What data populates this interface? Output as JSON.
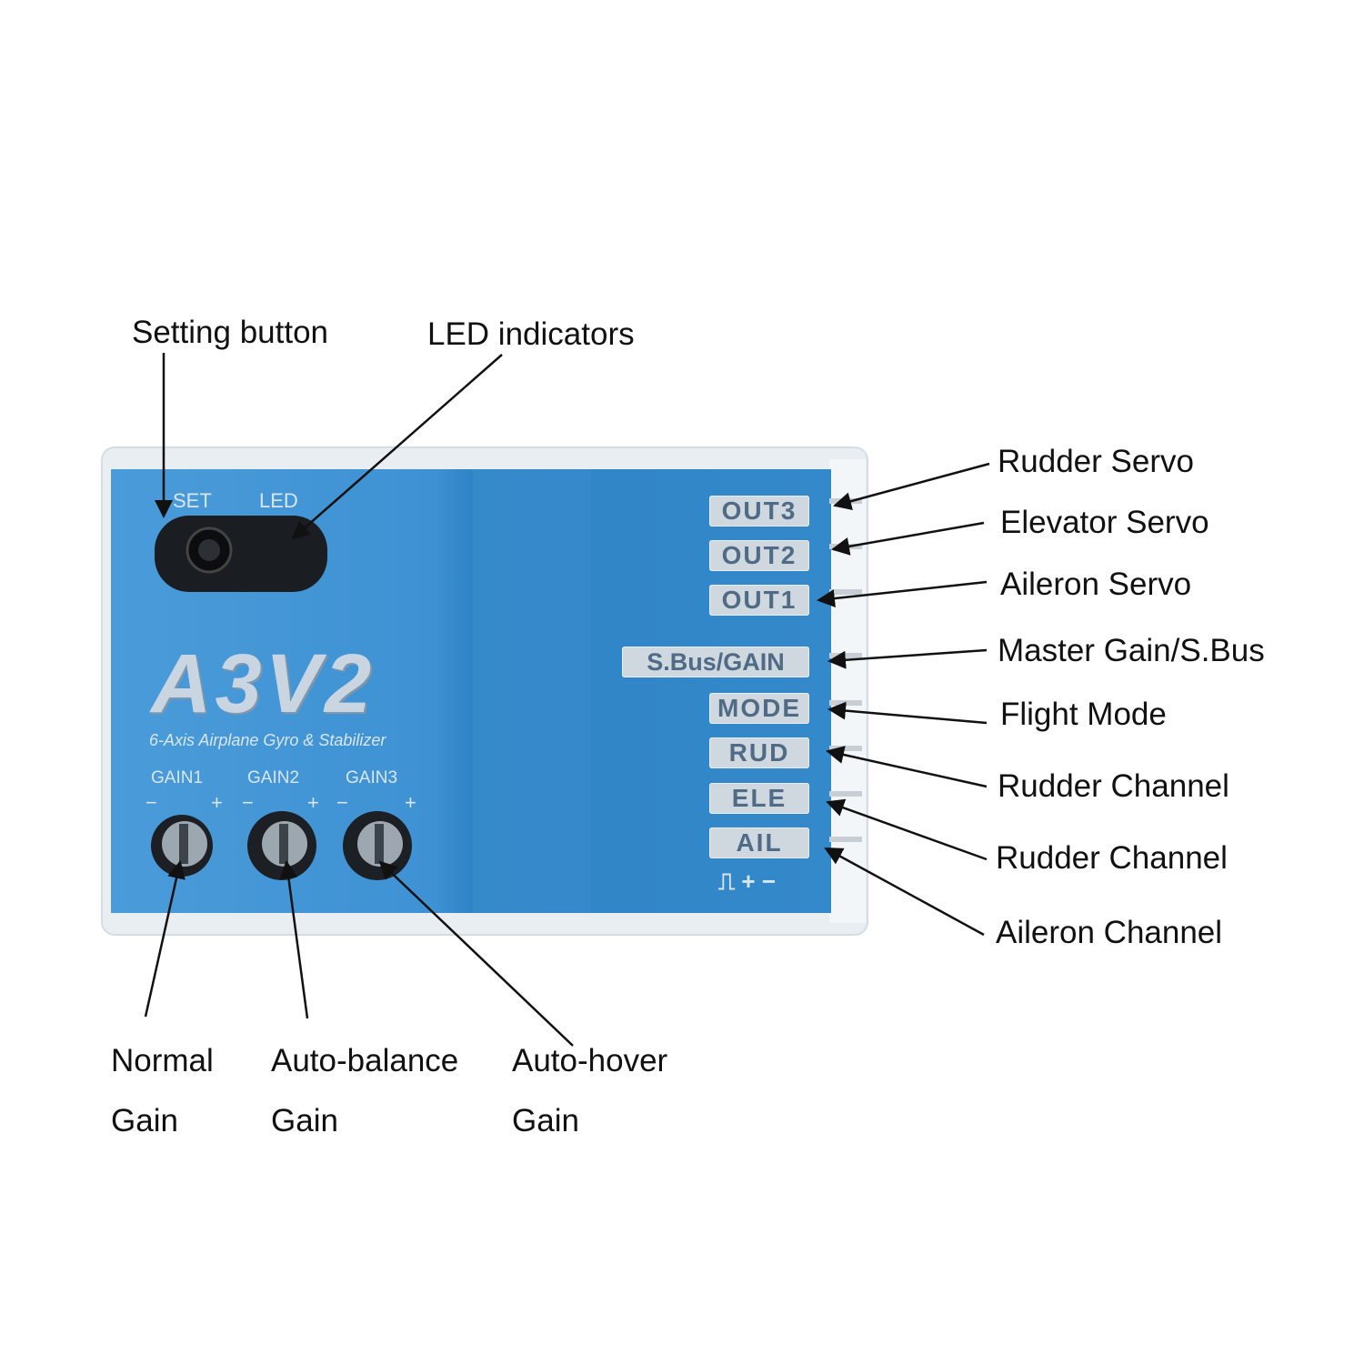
{
  "device": {
    "set_label": "SET",
    "led_label": "LED",
    "brand": "A3V2",
    "subtitle": "6-Axis Airplane Gyro & Stabilizer",
    "gains": [
      {
        "label": "GAIN1",
        "minus": "−",
        "plus": "+"
      },
      {
        "label": "GAIN2",
        "minus": "−",
        "plus": "+"
      },
      {
        "label": "GAIN3",
        "minus": "−",
        "plus": "+"
      }
    ],
    "ports": [
      "OUT3",
      "OUT2",
      "OUT1",
      "S.Bus/GAIN",
      "MODE",
      "RUD",
      "ELE",
      "AIL"
    ],
    "pin_legend": "⎍ + −",
    "colors": {
      "body": "#3d8fd0",
      "body_dark": "#2f7fc2",
      "case": "#e9eef2",
      "port_label": "#cfd7df"
    }
  },
  "callouts": {
    "top": [
      {
        "id": "setting-button",
        "text": "Setting  button"
      },
      {
        "id": "led-indicators",
        "text": "LED indicators"
      }
    ],
    "right": [
      {
        "id": "out3",
        "text": "Rudder Servo"
      },
      {
        "id": "out2",
        "text": "Elevator Servo"
      },
      {
        "id": "out1",
        "text": "Aileron Servo"
      },
      {
        "id": "sbus",
        "text": "Master Gain/S.Bus"
      },
      {
        "id": "mode",
        "text": "Flight Mode"
      },
      {
        "id": "rud",
        "text": "Rudder Channel"
      },
      {
        "id": "ele",
        "text": "Rudder Channel"
      },
      {
        "id": "ail",
        "text": "Aileron Channel"
      }
    ],
    "bottom": [
      {
        "id": "gain1",
        "line1": "Normal",
        "line2": "Gain"
      },
      {
        "id": "gain2",
        "line1": "Auto-balance",
        "line2": "Gain"
      },
      {
        "id": "gain3",
        "line1": "Auto-hover",
        "line2": "Gain"
      }
    ]
  }
}
